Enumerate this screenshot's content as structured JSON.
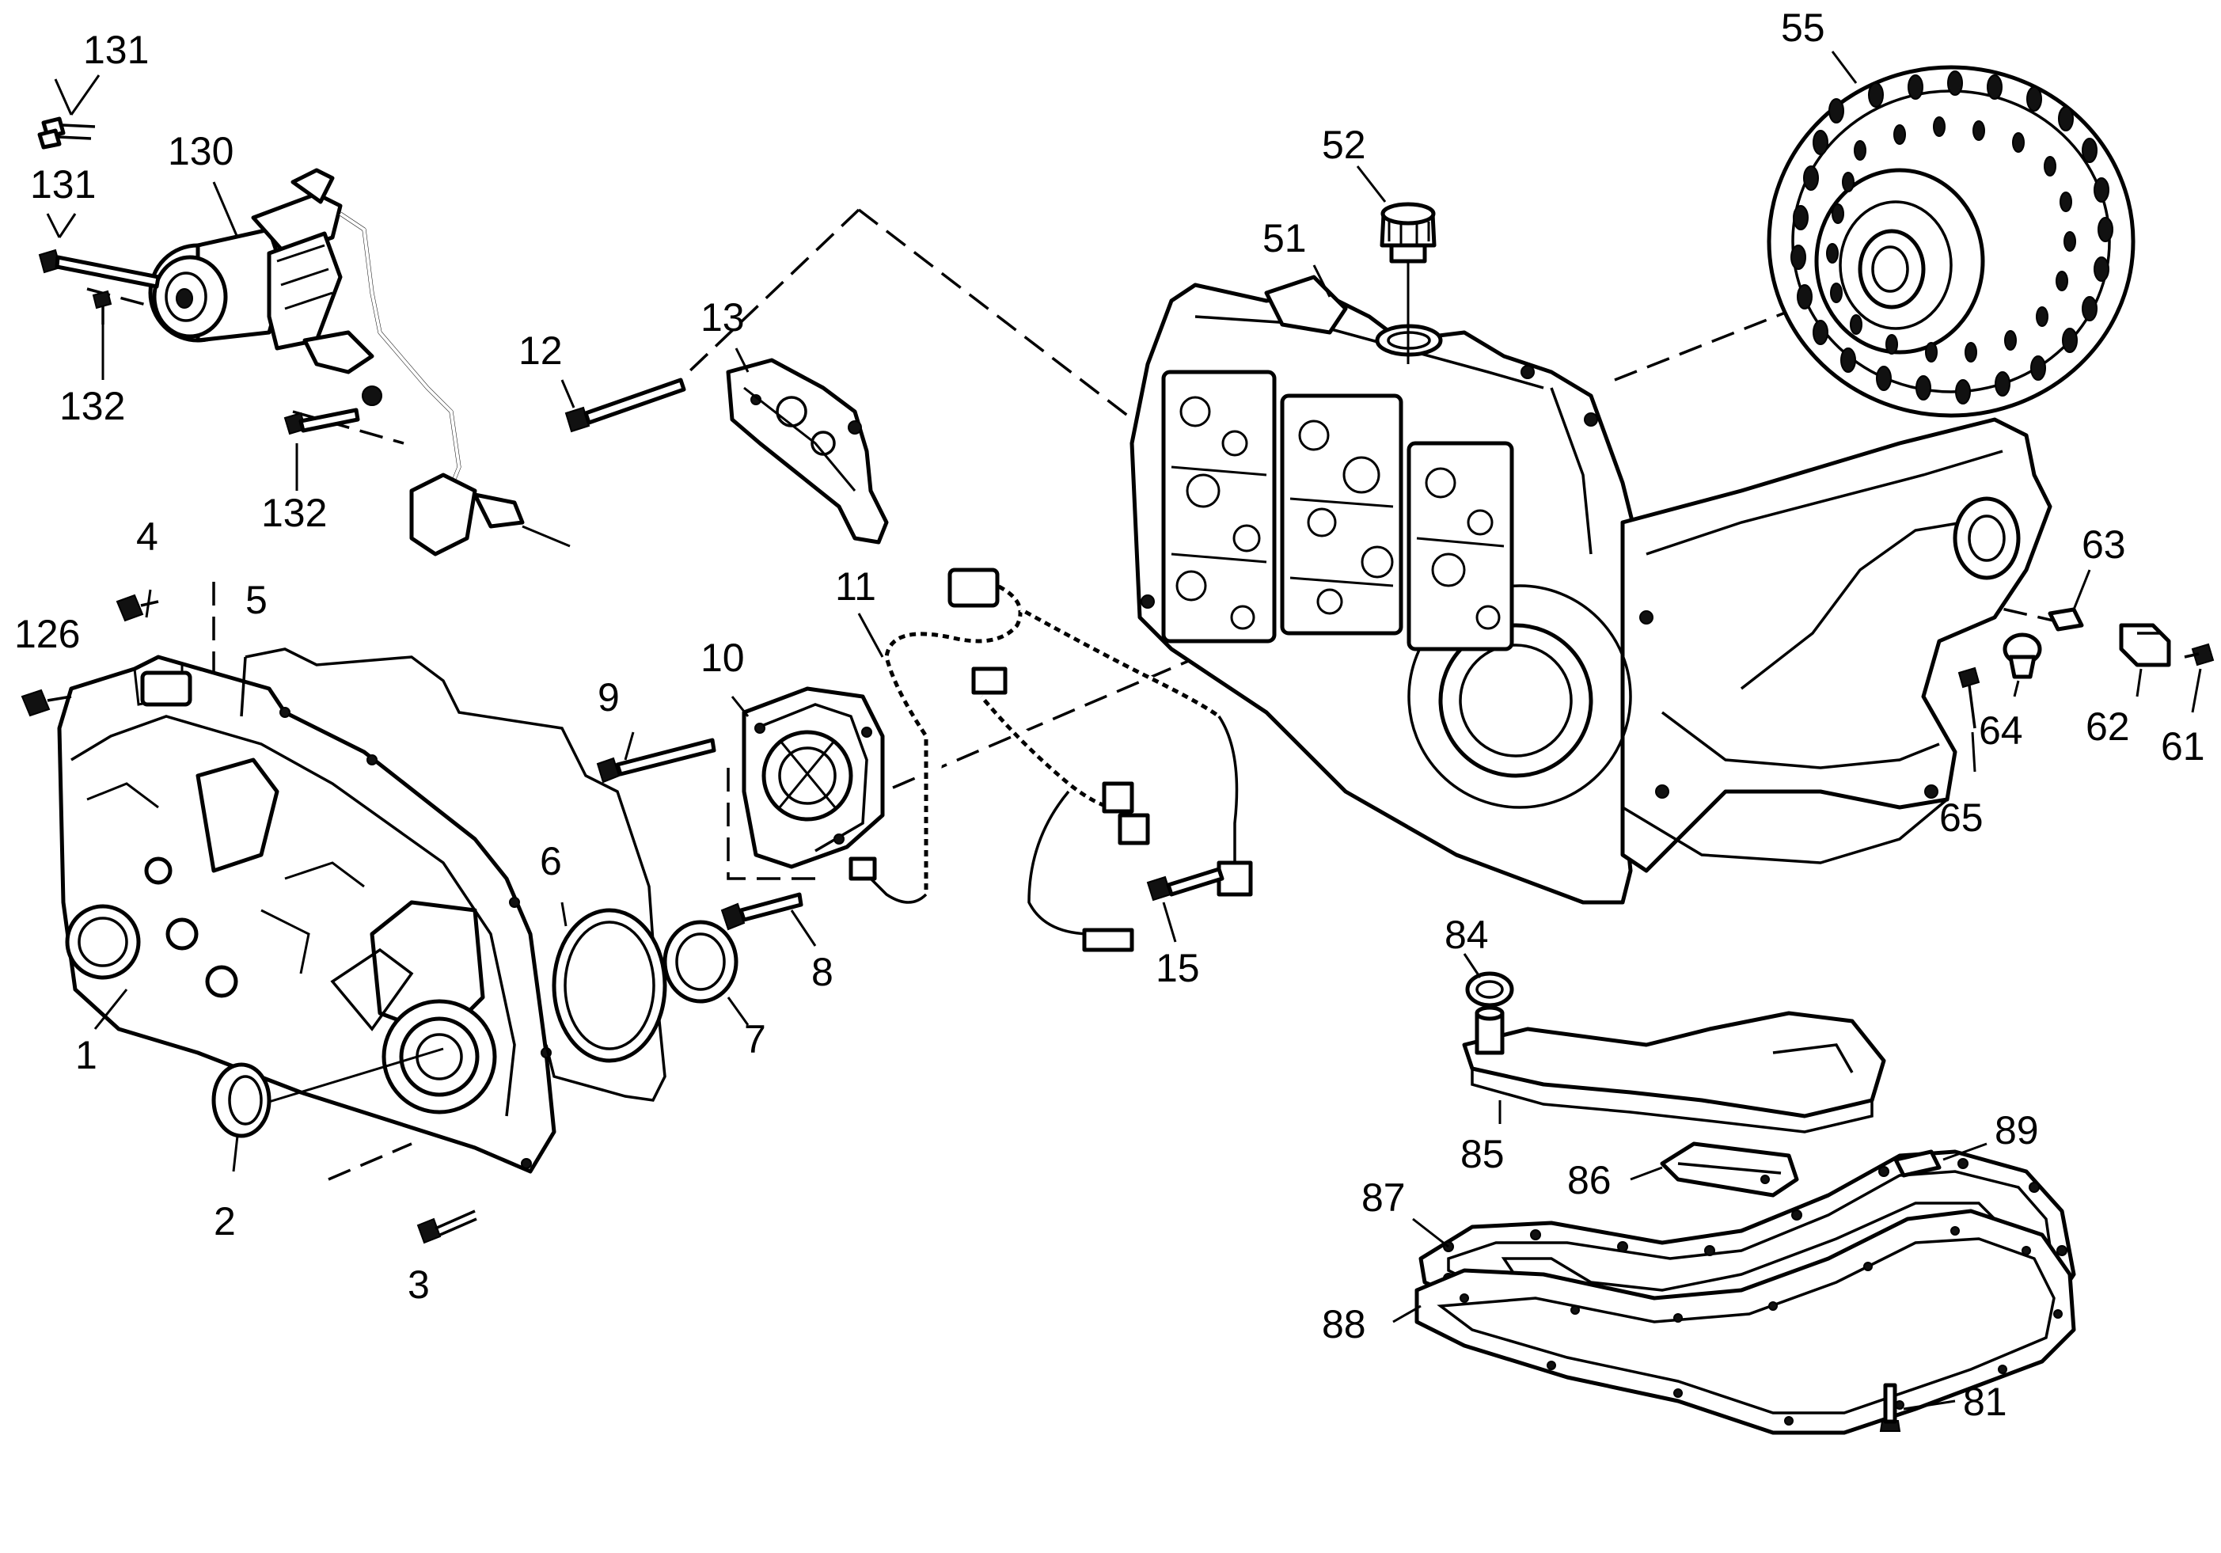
{
  "callouts": [
    {
      "id": "1",
      "label": "1"
    },
    {
      "id": "2",
      "label": "2"
    },
    {
      "id": "3",
      "label": "3"
    },
    {
      "id": "4",
      "label": "4"
    },
    {
      "id": "5",
      "label": "5"
    },
    {
      "id": "6",
      "label": "6"
    },
    {
      "id": "7",
      "label": "7"
    },
    {
      "id": "8",
      "label": "8"
    },
    {
      "id": "9",
      "label": "9"
    },
    {
      "id": "10",
      "label": "10"
    },
    {
      "id": "11",
      "label": "11"
    },
    {
      "id": "12",
      "label": "12"
    },
    {
      "id": "13",
      "label": "13"
    },
    {
      "id": "15",
      "label": "15"
    },
    {
      "id": "51",
      "label": "51"
    },
    {
      "id": "52",
      "label": "52"
    },
    {
      "id": "55",
      "label": "55"
    },
    {
      "id": "61",
      "label": "61"
    },
    {
      "id": "62",
      "label": "62"
    },
    {
      "id": "63",
      "label": "63"
    },
    {
      "id": "64",
      "label": "64"
    },
    {
      "id": "65",
      "label": "65"
    },
    {
      "id": "81",
      "label": "81"
    },
    {
      "id": "84",
      "label": "84"
    },
    {
      "id": "85",
      "label": "85"
    },
    {
      "id": "86",
      "label": "86"
    },
    {
      "id": "87",
      "label": "87"
    },
    {
      "id": "88",
      "label": "88"
    },
    {
      "id": "89",
      "label": "89"
    },
    {
      "id": "126",
      "label": "126"
    },
    {
      "id": "130",
      "label": "130"
    },
    {
      "id": "131a",
      "label": "131"
    },
    {
      "id": "131b",
      "label": "131"
    },
    {
      "id": "132a",
      "label": "132"
    },
    {
      "id": "132b",
      "label": "132"
    }
  ]
}
